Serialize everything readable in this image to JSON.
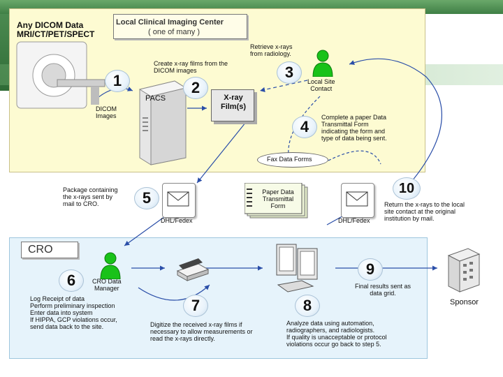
{
  "source": {
    "title": "Any DICOM Data\nMRI/CT/PET/SPECT"
  },
  "center": {
    "title": "Local Clinical Imaging Center",
    "subtitle": "( one of many )"
  },
  "pacs": {
    "label": "PACS"
  },
  "xray": {
    "label": "X-ray\nFilm(s)"
  },
  "dicom_images": "DICOM\nImages",
  "notes": {
    "create_films": "Create x-ray films from the\nDICOM images",
    "retrieve": "Retrieve x-rays\nfrom radiology.",
    "contact": "Local Site\nContact",
    "complete_form": "Complete a paper Data\nTransmittal Form\nindicating the form and\ntype of data being sent.",
    "fax": "Fax Data Forms",
    "package": "Package containing\nthe x-rays sent by\nmail to CRO.",
    "dhl1": "DHL/Fedex",
    "paper_form": "Paper Data\nTransmittal\nForm",
    "dhl2": "DHL/Fedex",
    "return": "Return the x-rays to the local\nsite contact at the original\ninstitution by mail.",
    "cro": "CRO",
    "cro_manager": "CRO Data\nManager",
    "log": "Log Receipt of data\nPerform preliminary inspection\nEnter data into system\nIf HIPPA, GCP violations occur,\nsend data back to the site.",
    "digitize": "Digitize the received x-ray films if\nnecessary to allow measurements or\nread the x-rays directly.",
    "analyze": "Analyze data using automation,\nradiographers, and radiologists.\nIf quality is unacceptable or protocol\nviolations occur go back to step 5.",
    "final": "Final results sent as\ndata grid.",
    "sponsor": "Sponsor"
  },
  "steps": [
    "1",
    "2",
    "3",
    "4",
    "5",
    "6",
    "7",
    "8",
    "9",
    "10"
  ],
  "colors": {
    "panel_top": "#fdfbd2",
    "panel_cro": "#e6f3fb",
    "person": "#19c219",
    "arrow": "#2a4ea8"
  }
}
